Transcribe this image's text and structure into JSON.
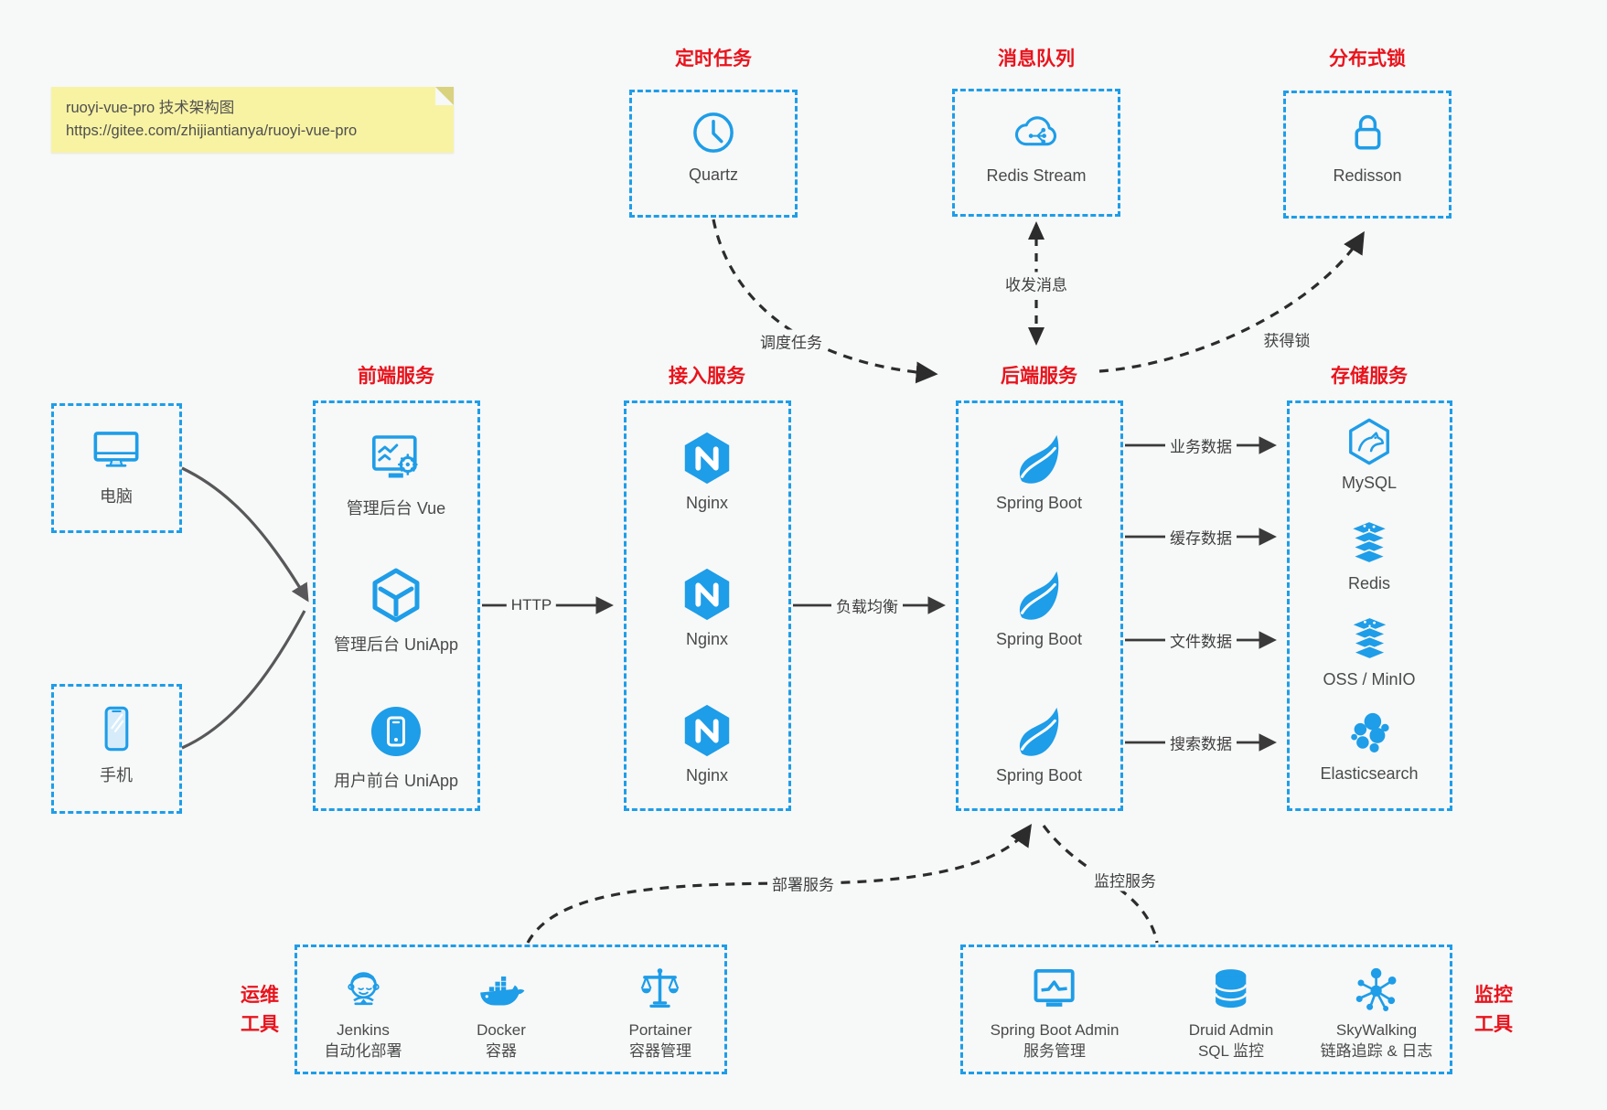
{
  "note": {
    "line1": "ruoyi-vue-pro 技术架构图",
    "line2": "https://gitee.com/zhijiantianya/ruoyi-vue-pro"
  },
  "colors": {
    "accent_blue": "#1e9de8",
    "title_red": "#e9131c",
    "text_gray": "#4a4a4a",
    "arrow_gray": "#3a3a3a",
    "dashed_black": "#2c2c2c",
    "background": "#f7f8f8",
    "note_yellow": "#f8f3a3"
  },
  "top_groups": {
    "timer": {
      "title": "定时任务",
      "item": {
        "label": "Quartz",
        "icon": "clock-icon"
      }
    },
    "mq": {
      "title": "消息队列",
      "item": {
        "label": "Redis Stream",
        "icon": "cloud-share-icon"
      }
    },
    "lock": {
      "title": "分布式锁",
      "item": {
        "label": "Redisson",
        "icon": "lock-icon"
      }
    }
  },
  "clients": {
    "pc": {
      "label": "电脑",
      "icon": "monitor-icon"
    },
    "mobile": {
      "label": "手机",
      "icon": "phone-icon"
    }
  },
  "columns": {
    "frontend": {
      "title": "前端服务",
      "items": [
        {
          "label": "管理后台 Vue",
          "icon": "admin-vue-icon"
        },
        {
          "label": "管理后台 UniApp",
          "icon": "uniapp-cube-icon"
        },
        {
          "label": "用户前台 UniApp",
          "icon": "user-uniapp-icon"
        }
      ]
    },
    "gateway": {
      "title": "接入服务",
      "items": [
        {
          "label": "Nginx",
          "icon": "nginx-icon"
        },
        {
          "label": "Nginx",
          "icon": "nginx-icon"
        },
        {
          "label": "Nginx",
          "icon": "nginx-icon"
        }
      ]
    },
    "backend": {
      "title": "后端服务",
      "items": [
        {
          "label": "Spring Boot",
          "icon": "spring-icon"
        },
        {
          "label": "Spring Boot",
          "icon": "spring-icon"
        },
        {
          "label": "Spring Boot",
          "icon": "spring-icon"
        }
      ]
    },
    "storage": {
      "title": "存储服务",
      "items": [
        {
          "label": "MySQL",
          "icon": "mysql-icon"
        },
        {
          "label": "Redis",
          "icon": "redis-stack-icon"
        },
        {
          "label": "OSS / MinIO",
          "icon": "oss-minio-icon"
        },
        {
          "label": "Elasticsearch",
          "icon": "elasticsearch-icon"
        }
      ]
    }
  },
  "bottom_groups": {
    "ops": {
      "title_line1": "运维",
      "title_line2": "工具",
      "items": [
        {
          "name": "Jenkins",
          "desc": "自动化部署",
          "icon": "jenkins-icon"
        },
        {
          "name": "Docker",
          "desc": "容器",
          "icon": "docker-icon"
        },
        {
          "name": "Portainer",
          "desc": "容器管理",
          "icon": "portainer-icon"
        }
      ]
    },
    "monitor": {
      "title_line1": "监控",
      "title_line2": "工具",
      "items": [
        {
          "name": "Spring Boot Admin",
          "desc": "服务管理",
          "icon": "monitor-chart-icon"
        },
        {
          "name": "Druid Admin",
          "desc": "SQL 监控",
          "icon": "database-icon"
        },
        {
          "name": "SkyWalking",
          "desc": "链路追踪 & 日志",
          "icon": "network-nodes-icon"
        }
      ]
    }
  },
  "edges": {
    "http": "HTTP",
    "load_balance": "负载均衡",
    "biz_data": "业务数据",
    "cache_data": "缓存数据",
    "file_data": "文件数据",
    "search_data": "搜索数据",
    "schedule": "调度任务",
    "message": "收发消息",
    "acquire_lock": "获得锁",
    "deploy": "部署服务",
    "monitor_svc": "监控服务"
  }
}
